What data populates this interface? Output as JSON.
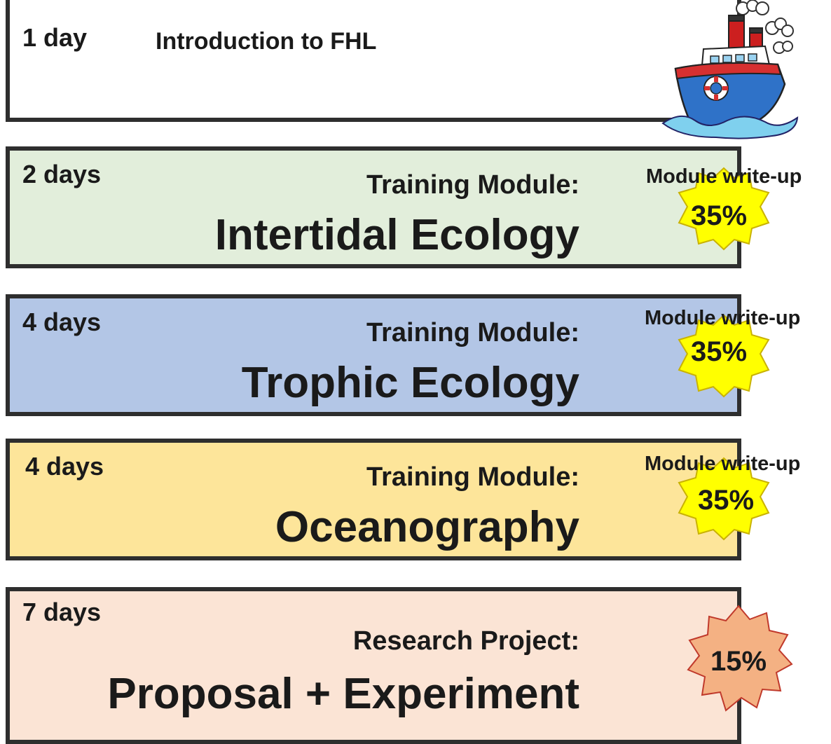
{
  "rows": [
    {
      "duration": "1 day",
      "title": "Introduction to FHL",
      "color": "#ffffff"
    },
    {
      "duration": "2 days",
      "label": "Training Module:",
      "title": "Intertidal Ecology",
      "writeup": "Module write-up",
      "percent": "35%",
      "color": "#e2eedb"
    },
    {
      "duration": "4 days",
      "label": "Training Module:",
      "title": "Trophic Ecology",
      "writeup": "Module write-up",
      "percent": "35%",
      "color": "#b3c6e6"
    },
    {
      "duration": "4 days",
      "label": "Training Module:",
      "title": "Oceanography",
      "writeup": "Module write-up",
      "percent": "35%",
      "color": "#fde59a"
    },
    {
      "duration": "7 days",
      "label": "Research Project:",
      "title": "Proposal + Experiment",
      "percent": "15%",
      "color": "#fbe4d5"
    }
  ],
  "burst_colors": {
    "module": "#ffff00",
    "project": "#f4b183"
  },
  "icons": {
    "ship": "cartoon-ship-icon"
  }
}
